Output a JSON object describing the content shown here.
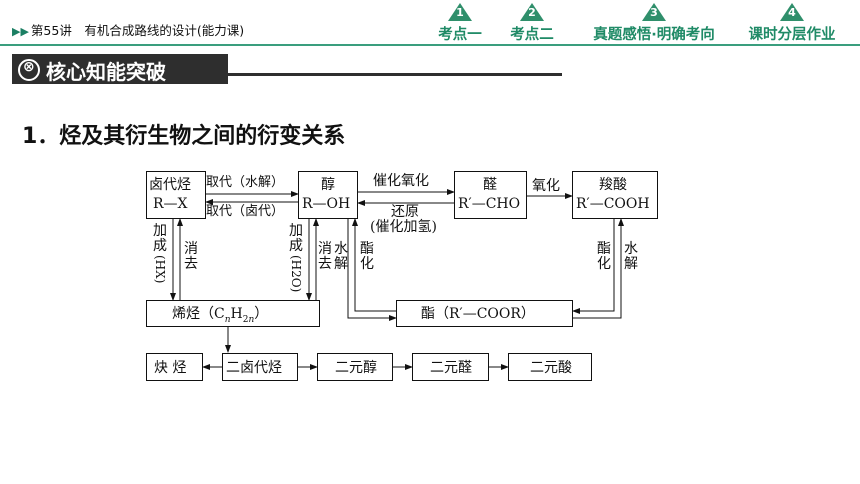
{
  "header": {
    "lesson": "第55讲　有机合成路线的设计(能力课)",
    "nav": [
      {
        "num": "1",
        "label": "考点一"
      },
      {
        "num": "2",
        "label": "考点二"
      },
      {
        "num": "3",
        "label": "真题感悟·明确考向"
      },
      {
        "num": "4",
        "label": "课时分层作业"
      }
    ]
  },
  "banner": {
    "icon": "⊗",
    "title": "核心知能突破"
  },
  "heading": "1．烃及其衍生物之间的衍变关系",
  "diagram": {
    "nodes": {
      "haloalkane_l1": "卤代烃",
      "haloalkane_l2": "R—X",
      "alcohol_l1": "醇",
      "alcohol_l2": "R—OH",
      "aldehyde_l1": "醛",
      "aldehyde_l2": "R′—CHO",
      "acid_l1": "羧酸",
      "acid_l2": "R′—COOH",
      "alkene": "烯烃（CnH2n）",
      "ester": "酯（R′—COOR）",
      "alkyne": "炔 烃",
      "dihalo": "二卤代烃",
      "diol": "二元醇",
      "dial": "二元醛",
      "diacid": "二元酸"
    },
    "edges": {
      "hydrolysis_top": "取代（水解）",
      "halogen_sub": "取代（卤代）",
      "cat_oxidation": "催化氧化",
      "reduction": "还原",
      "cat_hydrogenation": "(催化加氢)",
      "oxidation": "氧化",
      "add_hx": "加成(HX)",
      "elim_1": "消去",
      "add_h2o": "加成(H2O)",
      "elim_2": "消去",
      "hydro_left": "水解",
      "ester_left": "酯化",
      "ester_right": "酯化",
      "hydro_right": "水解"
    }
  }
}
